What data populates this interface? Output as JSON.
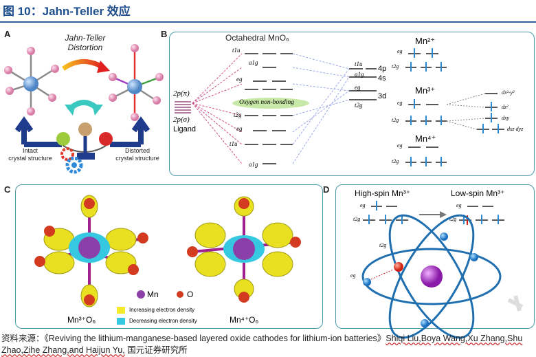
{
  "title": "图 10：Jahn-Teller 效应",
  "panels": {
    "a": "A",
    "b": "B",
    "c": "C",
    "d": "D"
  },
  "panel_a": {
    "arrow_label_line1": "Jahn-Teller",
    "arrow_label_line2": "Distortion",
    "left_caption_line1": "Intact",
    "left_caption_line2": "crystal structure",
    "right_caption_line1": "Distorted",
    "right_caption_line2": "crystal structure"
  },
  "panel_b": {
    "header": "Octahedral MnO₆",
    "ligand_top": "2p(π)",
    "ligand_mid": "2p(σ)",
    "ligand_bottom": "Ligand",
    "nonbonding": "Oxygen non-bonding",
    "mo_labels": [
      "t1u",
      "a1g",
      "eg",
      "t2g",
      "eg",
      "t1u",
      "a1g"
    ],
    "mn_orbitals": [
      "t1u",
      "a1g",
      "eg",
      "t2g"
    ],
    "mn_labels": [
      "4p",
      "4s",
      "3d"
    ],
    "mn2_title": "Mn²⁺",
    "mn3_title": "Mn³⁺",
    "mn4_title": "Mn⁴⁺",
    "eg": "eg",
    "t2g": "t2g",
    "split_labels": [
      "dx²-y²",
      "dz²",
      "dxy",
      "dxz dyz"
    ]
  },
  "panel_c": {
    "left_label": "Mn³⁺O₆",
    "right_label": "Mn⁴⁺O₆",
    "legend_mn": "Mn",
    "legend_o": "O",
    "legend_inc": "Increasing electron density",
    "legend_dec": "Decreasing electron density"
  },
  "panel_d": {
    "high_spin": "High-spin Mn³⁺",
    "low_spin": "Low-spin Mn³⁺",
    "eg": "eg",
    "t2g": "t2g"
  },
  "source": {
    "prefix": "资料来源：",
    "citation": "《Reviving the lithium-manganese-based layered oxide cathodes for lithium-ion batteries》",
    "authors": "Shiqi Liu,Boya Wang,Xu Zhang,Shu Zhao,Zihe Zhang,and Haijun Yu,",
    "org": "国元证券研究所"
  },
  "colors": {
    "accent": "#1f4e8c",
    "panel_border": "#4a9aa8",
    "mn": "#8b3fa8",
    "o": "#d23b1f",
    "density_inc": "#e8e020",
    "density_dec": "#35c8e0"
  }
}
